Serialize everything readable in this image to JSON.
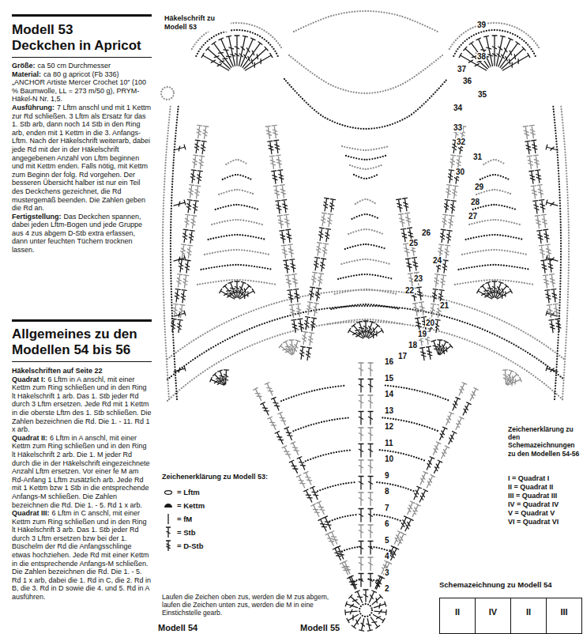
{
  "diagram": {
    "title": "Modell 53",
    "nodes": [
      {
        "text": [
          "II"
        ]
      },
      {
        "text": [
          "IV"
        ]
      },
      {
        "text": [
          "II"
        ]
      },
      {
        "text": [
          "III"
        ]
      }
    ],
    "labels": [
      "Deckchen in Apricot",
      "Größe:",
      "ca 50 cm Durchmesser",
      "Material:",
      "ca 80 g apricot (Fb 336) „ANCHOR Artiste Mercer Crochet 10“ (100 % Baumwolle, LL = 273 m/50 g), PRYM-Häkel-N Nr. 1,5.",
      "Ausführung:",
      "7 Lftm anschl und mit 1 Kettm zur Rd schließen. 3 Lftm als Ersatz für das 1. Stb arb, dann noch 14 Stb in den Ring arb, enden mit 1 Kettm in die 3. Anfangs-Lftm. Nach der Häkelschrift weiterarb, dabei jede Rd mit der in der Häkelschrift angegebenen Anzahl von Lftm beginnen und mit Kettm enden. Falls nötig, mit Kettm zum Beginn der folg. Rd vorgehen. Der besseren Übersicht halber ist nur ein Teil des Deckchens gezeichnet, die Rd mustergemäß beenden. Die Zahlen geben die Rd an.",
      "Fertigstellung:",
      "Das Deckchen spannen, dabei jeden Lftm-Bogen und jede Gruppe aus 4 zus abgem D-Stb extra erfassen, dann unter feuchten Tüchern trocknen lassen.",
      "Allgemeines zu den Modellen 54 bis 56",
      "Häkelschriften auf Seite 22",
      "Quadrat I:",
      "6 Lftm in A anschl, mit einer Kettm zum Ring schließen und in den Ring lt Häkelschrift 1 arb. Das 1. Stb jeder Rd durch 3 Lftm ersetzen. Jede Rd mit 1 Kettm in die oberste Lftm des 1. Stb schließen. Die Zahlen bezeichnen die Rd. Die 1. - 11. Rd 1 x arb.",
      "Quadrat II:",
      "6 Lftm in A anschl, mit einer Kettm zum Ring schließen und in den Ring lt Häkelschrift 2 arb. Die 1. M jeder Rd durch die in der Häkelschrift eingezeichnete Anzahl Lftm ersetzen. Vor einer fe M am Rd-Anfang 1 Lftm zusätzlich arb. Jede Rd mit 1 Kettm bzw 1 Stb in die entsprechende Anfangs-M schließen. Die Zahlen bezeichnen die Rd. Die 1. - 5. Rd 1 x arb.",
      "Quadrat III:",
      "6 Lftm in C anschl, mit einer Kettm zum Ring schließen und in den Ring lt Häkelschrift 3 arb. Das 1. Stb jeder Rd durch 3 Lftm ersetzen bzw bei der 1. Büschelm der Rd die Anfangsschlinge etwas hochziehen. Jede Rd mit einer Kettm in die entsprechende Anfangs-M schließen. Die Zahlen bezeichnen die Rd. Die 1. - 5. Rd 1 x arb, dabei die 1. Rd in C, die 2. Rd in B, die 3. Rd in D sowie die 4. und 5. Rd in A ausführen.",
      "Häkelschrift zu Modell 53",
      "2",
      "3",
      "4",
      "5",
      "6",
      "7",
      "8",
      "9",
      "10",
      "11",
      "12",
      "13",
      "14",
      "15",
      "16",
      "17",
      "18",
      "19",
      "20",
      "21",
      "22",
      "23",
      "24",
      "25",
      "26",
      "27",
      "28",
      "29",
      "30",
      "31",
      "32",
      "33",
      "34",
      "35",
      "36",
      "37",
      "38",
      "39",
      "Zeichenerklärung zu Modell 53:",
      "Laufen die Zeichen oben zus, werden die M zus abgem, laufen die Zeichen unten zus, werden die M in eine Einstichstelle gearb.",
      "Zeichenerklärung zu den Schemazeichnungen zu den Modellen 54-56",
      "I = Quadrat I",
      "II = Quadrat II",
      "III = Quadrat III",
      "IV = Quadrat IV",
      "V = Quadrat V",
      "VI = Quadrat VI",
      "Schemazeichnung zu Modell 54",
      "Modell 54",
      "Modell 55"
    ],
    "legend": [
      {
        "text": "= Lftm"
      },
      {
        "text": "= Kettm"
      },
      {
        "text": "= fM"
      },
      {
        "text": "= Stb"
      },
      {
        "text": "= D-Stb"
      }
    ]
  }
}
